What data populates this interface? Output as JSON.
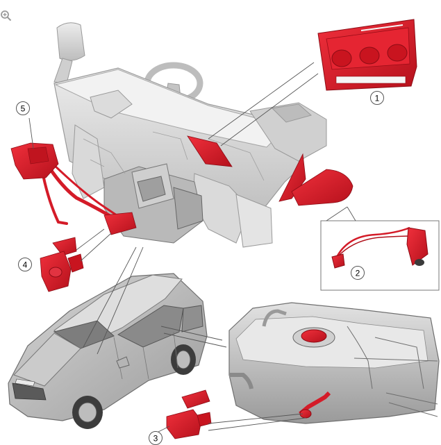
{
  "callouts": [
    {
      "id": "1",
      "label": "1"
    },
    {
      "id": "2",
      "label": "2"
    },
    {
      "id": "3",
      "label": "3"
    },
    {
      "id": "4",
      "label": "4"
    },
    {
      "id": "5",
      "label": "5"
    }
  ],
  "icons": {
    "zoom": "zoom-in-icon"
  },
  "colors": {
    "highlight": "#e21c2a",
    "highlight_dark": "#a8101a",
    "body_gray": "#c9c9c9",
    "body_dark": "#8f8f8f",
    "line": "#555555"
  }
}
